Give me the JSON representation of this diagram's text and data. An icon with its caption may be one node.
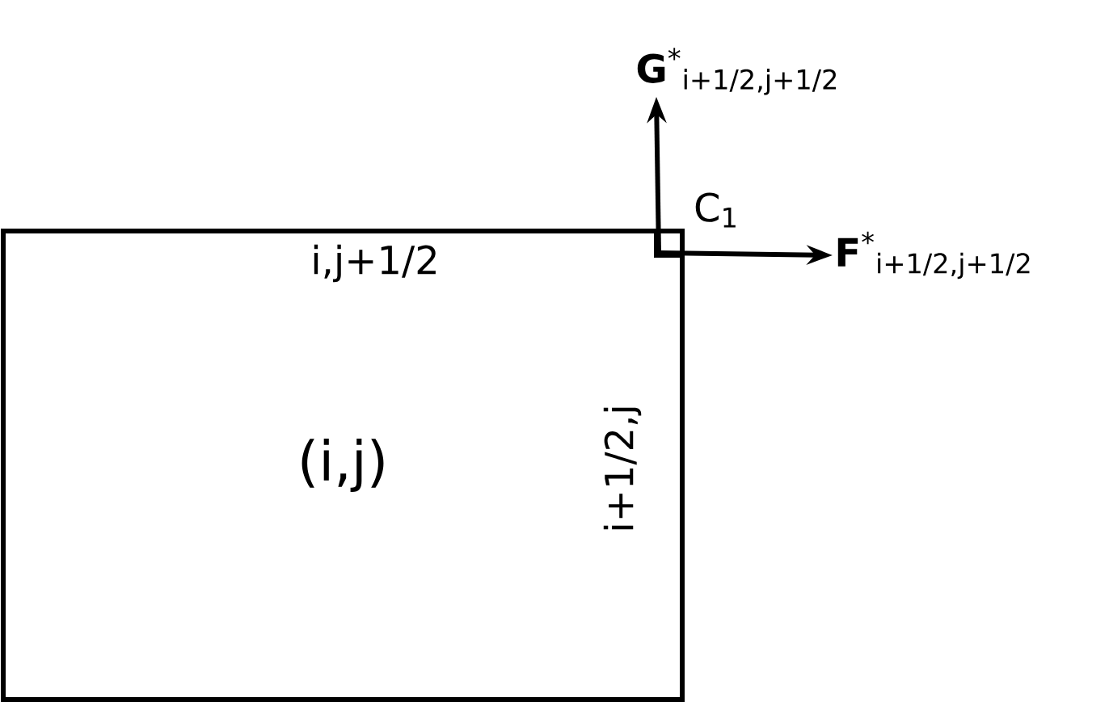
{
  "diagram": {
    "nodes": [
      {
        "text": [
          "(i,j)"
        ]
      },
      {
        "text": [
          "**G**$^{*}$$_{i+1/2,j+1/2}$"
        ]
      },
      {
        "text": [
          "**F**$^{*}$$_{i+1/2,j+1/2}$"
        ]
      }
    ],
    "edges": [
      {
        "from": 0,
        "to": 1,
        "arrow": "to"
      },
      {
        "from": 0,
        "to": 2,
        "arrow": "to"
      }
    ],
    "labels": [
      "i,j+1/2",
      "i+1/2,j",
      "C$_{1}$"
    ]
  }
}
